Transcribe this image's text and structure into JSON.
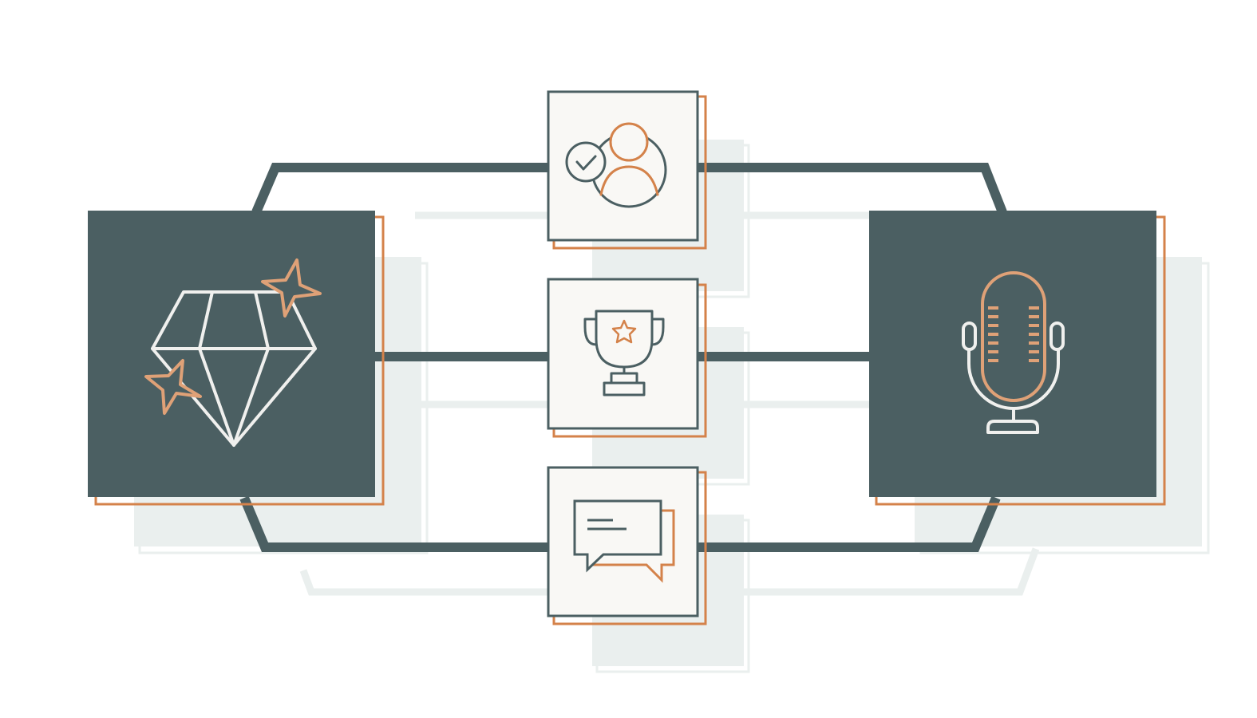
{
  "colors": {
    "background": "#ffffff",
    "dark_slate": "#4b5f62",
    "accent_orange": "#d4824a",
    "accent_light_orange": "#dfa177",
    "icon_white": "#f0f0ee",
    "card_fill": "#f9f8f5",
    "shadow": "#eaefee"
  },
  "nodes": [
    {
      "id": "left-hub",
      "icon": "diamond-icon",
      "kind": "hub"
    },
    {
      "id": "right-hub",
      "icon": "microphone-icon",
      "kind": "hub"
    },
    {
      "id": "top-card",
      "icon": "verified-user-icon",
      "kind": "card"
    },
    {
      "id": "middle-card",
      "icon": "trophy-icon",
      "kind": "card"
    },
    {
      "id": "bottom-card",
      "icon": "chat-bubbles-icon",
      "kind": "card"
    }
  ],
  "connections": [
    {
      "from": "left-hub",
      "to": "right-hub",
      "via": "top-card"
    },
    {
      "from": "left-hub",
      "to": "right-hub",
      "via": "middle-card"
    },
    {
      "from": "left-hub",
      "to": "right-hub",
      "via": "bottom-card"
    }
  ]
}
